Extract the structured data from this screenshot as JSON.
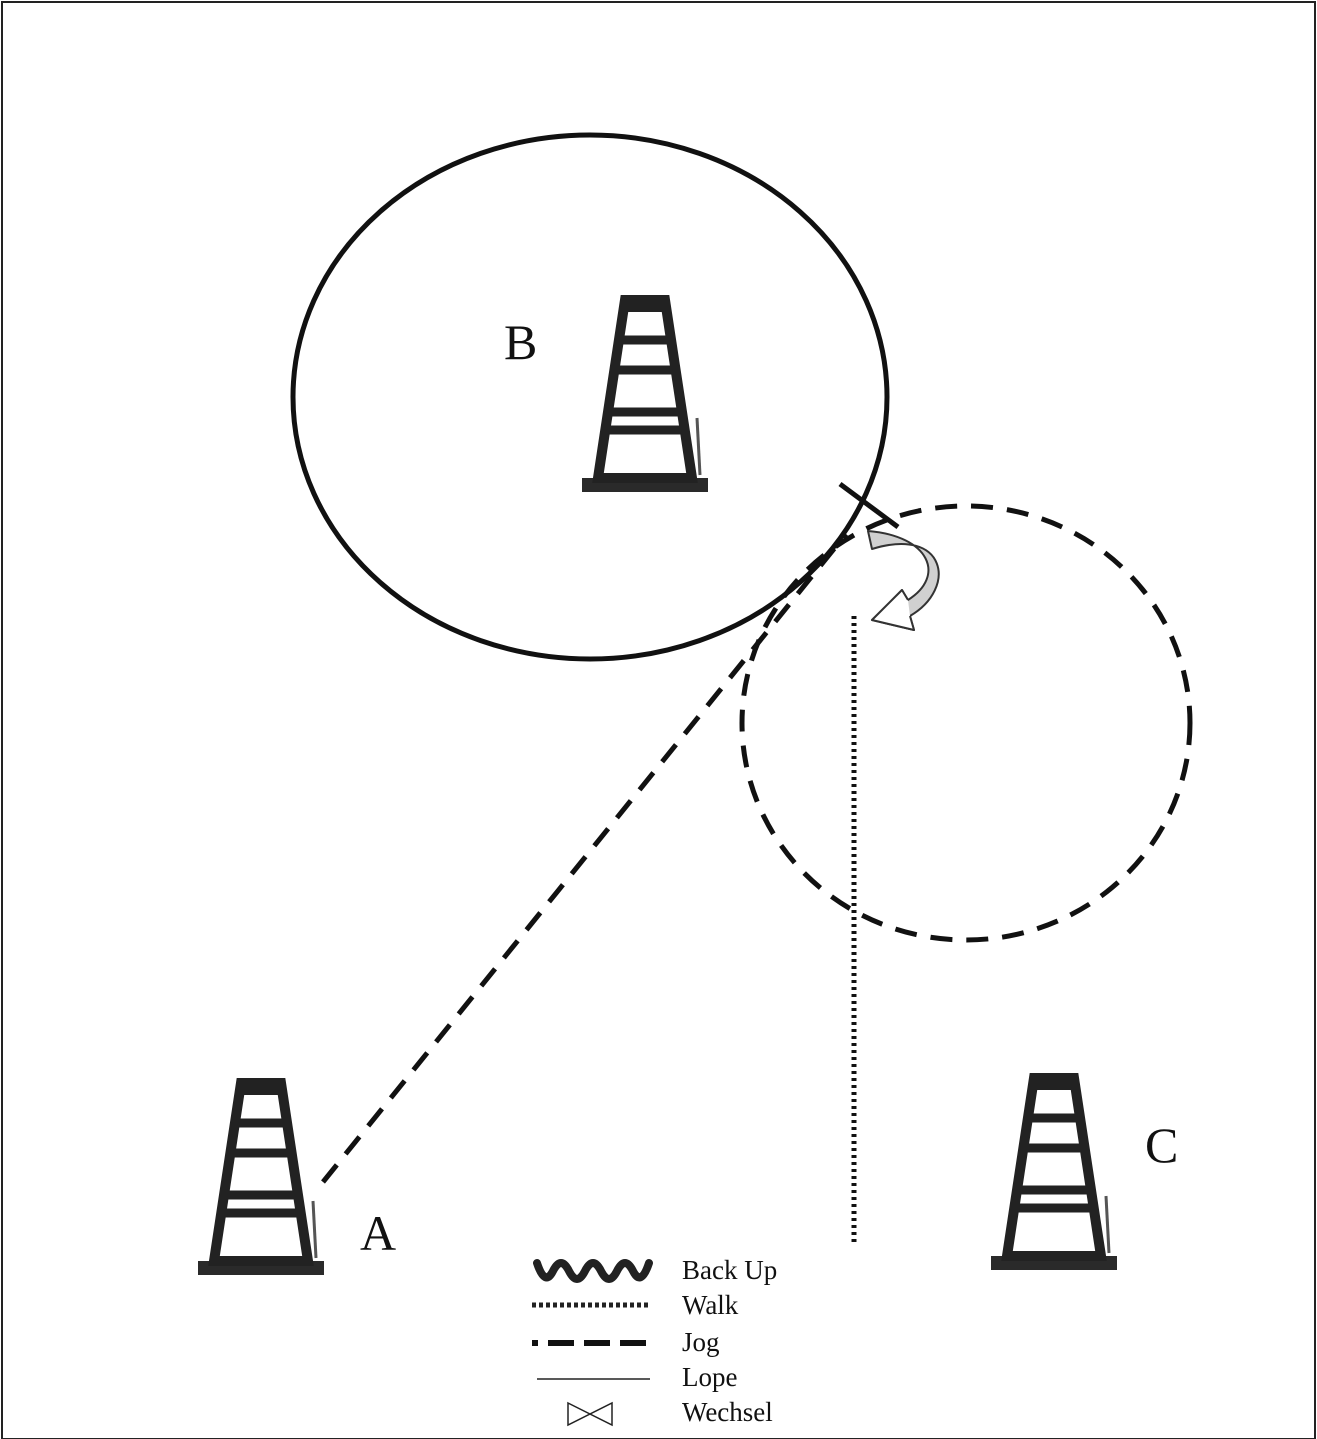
{
  "cones": {
    "a": {
      "label": "A"
    },
    "b": {
      "label": "B"
    },
    "c": {
      "label": "C"
    }
  },
  "legend": {
    "back_up": "Back Up",
    "walk": "Walk",
    "jog": "Jog",
    "lope": "Lope",
    "wechsel": "Wechsel"
  }
}
